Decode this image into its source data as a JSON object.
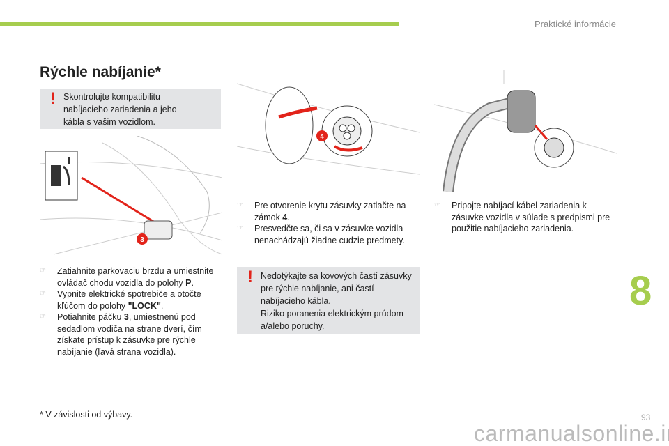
{
  "header": {
    "section": "Praktické informácie"
  },
  "title": "Rýchle nabíjanie*",
  "warning1": {
    "icon": "exclamation-icon",
    "mark": "!",
    "text": "Skontrolujte kompatibilitu nabíjacieho zariadenia a jeho kábla s vašim vozidlom."
  },
  "col1_steps": [
    {
      "text": "Zatiahnite parkovaciu brzdu a umiestnite ovládač chodu vozidla do polohy ",
      "bold": "P",
      "after": "."
    },
    {
      "text": "Vypnite elektrické spotrebiče a otočte kľúčom do polohy ",
      "bold": "\"LOCK\"",
      "after": "."
    },
    {
      "text": "Potiahnite páčku ",
      "bold": "3",
      "after": ", umiestnenú pod sedadlom vodiča na strane dverí, čím získate prístup k zásuvke pre rýchle nabíjanie (ľavá strana vozidla)."
    }
  ],
  "col2_steps": [
    {
      "text": "Pre otvorenie krytu zásuvky zatlačte na zámok ",
      "bold": "4",
      "after": "."
    },
    {
      "text": "Presvedčte sa, či sa v zásuvke vozidla nenachádzajú žiadne cudzie predmety.",
      "bold": "",
      "after": ""
    }
  ],
  "warning2": {
    "mark": "!",
    "lines": [
      "Nedotýkajte sa kovových častí zásuvky pre rýchle nabíjanie, ani častí nabíjacieho kábla.",
      "Riziko poranenia elektrickým prúdom a/alebo poruchy."
    ]
  },
  "col3_steps": [
    {
      "text": "Pripojte nabíjací kábel zariadenia k zásuvke vozidla v súlade s predpismi pre použitie nabíjacieho zariadenia.",
      "bold": "",
      "after": ""
    }
  ],
  "callouts": {
    "lever": "3",
    "lock": "4"
  },
  "bullet": "☞",
  "chapter": "8",
  "footnote": "* V závislosti od výbavy.",
  "page_number": "93",
  "watermark": "carmanualsonline.info",
  "colors": {
    "accent": "#a6cd4e",
    "warning": "#e2231a",
    "box": "#e3e4e6"
  }
}
